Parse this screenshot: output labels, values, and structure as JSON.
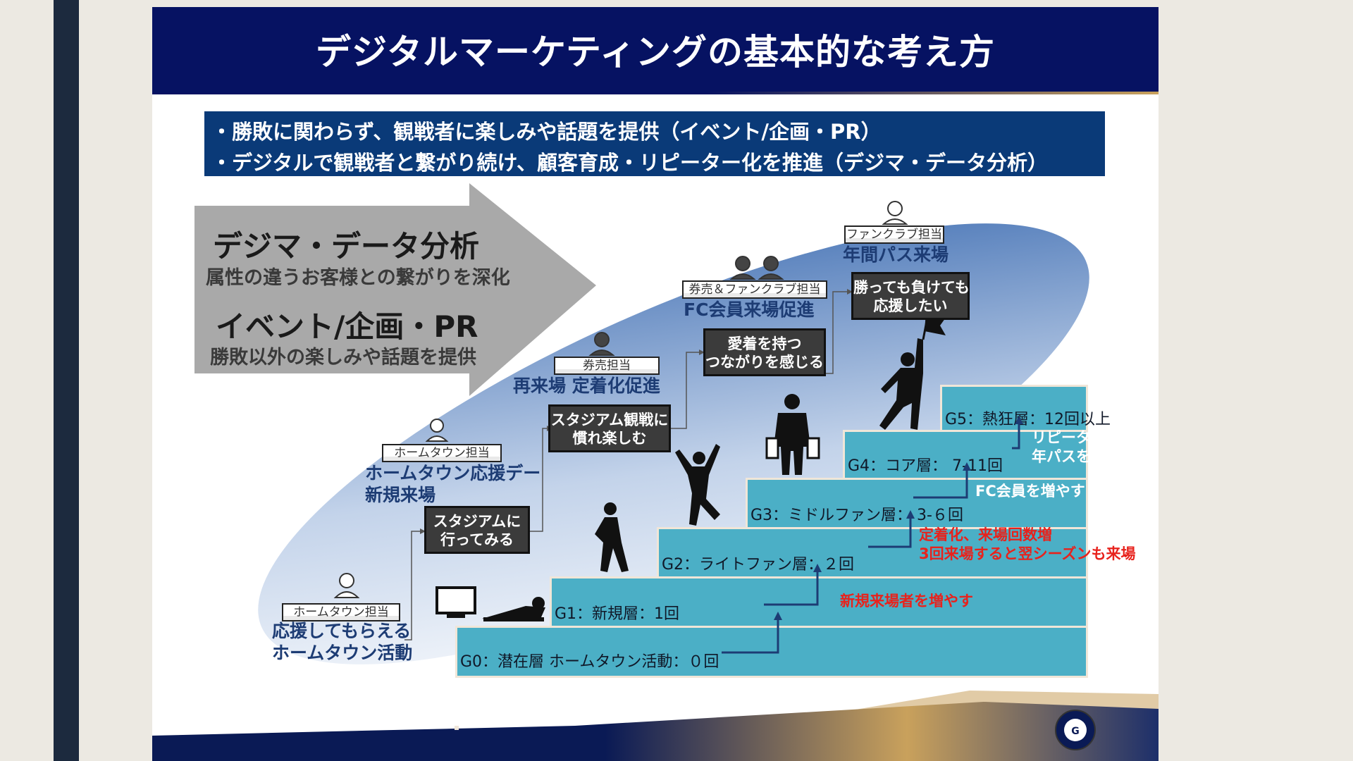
{
  "title": "デジタルマーケティングの基本的な考え方",
  "bullets": [
    "・勝敗に関わらず、観戦者に楽しみや話題を提供（イベント/企画・PR）",
    "・デジタルで観戦者と繋がり続け、顧客育成・リピーター化を推進（デジマ・データ分析）"
  ],
  "arrow": {
    "heading1": "デジマ・データ分析",
    "sub1": "属性の違うお客様との繋がりを深化",
    "heading2": "イベント/企画・PR",
    "sub2": "勝敗以外の楽しみや話題を提供"
  },
  "stages": [
    {
      "role": "ホームタウン担当",
      "title": "応援してもらえる\nホームタウン活動",
      "action": ""
    },
    {
      "role": "ホームタウン担当",
      "title": "ホームタウン応援デー\n新規来場",
      "action": "スタジアムに\n行ってみる"
    },
    {
      "role": "券売担当",
      "title": "再来場 定着化促進",
      "action": "スタジアム観戦に\n慣れ楽しむ"
    },
    {
      "role": "券売＆ファンクラブ担当",
      "title": "FC会員来場促進",
      "action": "愛着を持つ\nつながりを感じる"
    },
    {
      "role": "ファンクラブ担当",
      "title": "年間パス来場",
      "action": "勝っても負けても\n応援したい"
    }
  ],
  "steps": [
    {
      "label": "G0：潜在層 ホームタウン活動：０回"
    },
    {
      "label": "G1：新規層：1回"
    },
    {
      "label": "G2：ライトファン層：２回"
    },
    {
      "label": "G3：ミドルファン層： 3-６回"
    },
    {
      "label": "G4：コア層： 7-11回"
    },
    {
      "label": "G5：熱狂層：12回以上"
    }
  ],
  "goals": {
    "g1": "新規来場者を増やす",
    "g2": "定着化、来場回数増\n3回来場すると翌シーズンも来場",
    "g3": "FC会員を増やす",
    "g4": "リピーター化\n年パスを増やす"
  },
  "colors": {
    "title_bg": "#061262",
    "bullet_bg": "#0a3a78",
    "step_fill": "#4bafc6",
    "accent_red": "#e8221c",
    "arrow_gray": "#a9a9a9"
  },
  "icons": [
    "person-icon",
    "tv-icon",
    "lying-person-icon",
    "walking-person-icon",
    "cheering-person-icon",
    "shopping-person-icon",
    "flag-person-icon",
    "club-emblem-icon"
  ]
}
